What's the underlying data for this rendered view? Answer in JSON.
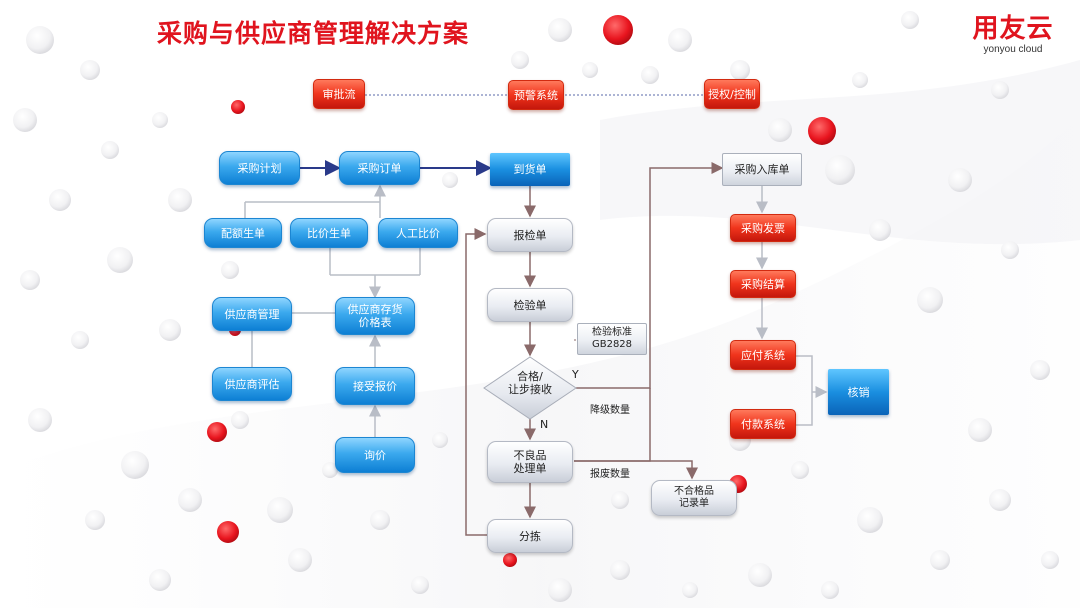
{
  "title": "采购与供应商管理解决方案",
  "logo": {
    "main": "用友云",
    "sub": "yonyou cloud"
  },
  "top_nodes": {
    "approval": "审批流",
    "warning": "预警系统",
    "authorize": "授权/控制"
  },
  "left_nodes": {
    "purchase_plan": "采购计划",
    "purchase_order": "采购订单",
    "quota_gen": "配额生单",
    "compare_gen": "比价生单",
    "manual_compare": "人工比价",
    "supplier_mgmt": "供应商管理",
    "supplier_price": "供应商存货\n价格表",
    "supplier_eval": "供应商评估",
    "accept_quote": "接受报价",
    "inquiry": "询价"
  },
  "center_nodes": {
    "arrival": "到货单",
    "inspection_report": "报检单",
    "inspection": "检验单",
    "decision": "合格/\n让步接收",
    "defect_handling": "不良品\n处理单",
    "sorting": "分拣"
  },
  "labels": {
    "yes": "Y",
    "no": "N",
    "downgrade_qty": "降级数量",
    "scrap_qty": "报废数量",
    "standard": "检验标准\nGB2828",
    "nonconform_record": "不合格品\n记录单"
  },
  "right_nodes": {
    "warehouse_in": "采购入库单",
    "invoice": "采购发票",
    "settlement": "采购结算",
    "payable": "应付系统",
    "payment": "付款系统",
    "write_off": "核销"
  },
  "colors": {
    "accent_red": "#e0141e",
    "blue": "#1a8fe0",
    "line": "#8a6a6a",
    "dark_line": "#2a3a8a"
  }
}
